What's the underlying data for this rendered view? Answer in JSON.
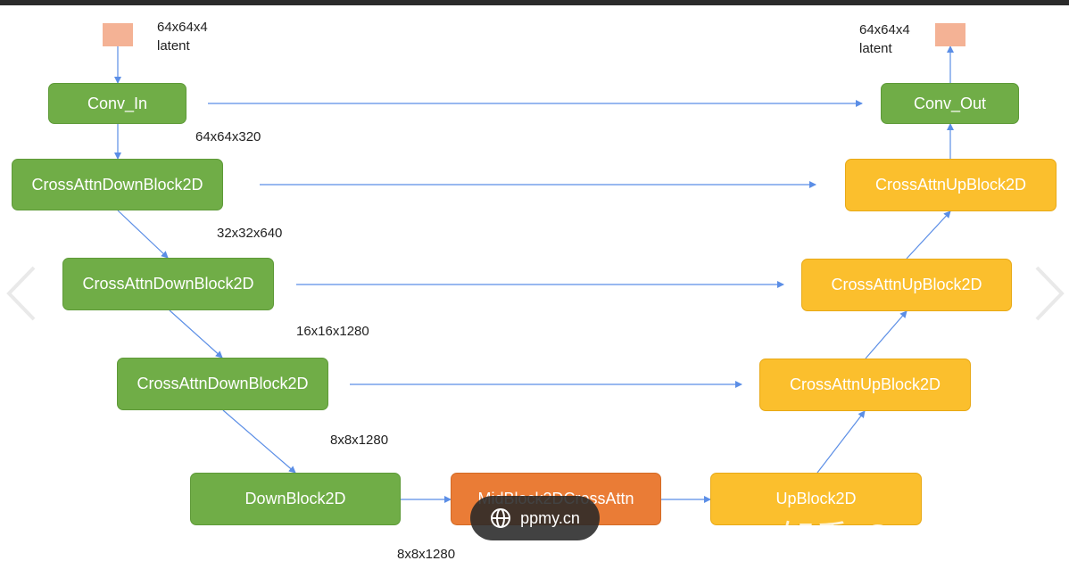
{
  "blocks": {
    "conv_in": "Conv_In",
    "down1": "CrossAttnDownBlock2D",
    "down2": "CrossAttnDownBlock2D",
    "down3": "CrossAttnDownBlock2D",
    "down4": "DownBlock2D",
    "mid": "MidBlock2DCrossAttn",
    "up1": "UpBlock2D",
    "up2": "CrossAttnUpBlock2D",
    "up3": "CrossAttnUpBlock2D",
    "up4": "CrossAttnUpBlock2D",
    "conv_out": "Conv_Out"
  },
  "labels": {
    "input_shape": "64x64x4",
    "input_name": "latent",
    "output_shape": "64x64x4",
    "output_name": "latent",
    "s1": "64x64x320",
    "s2": "32x32x640",
    "s3": "16x16x1280",
    "s4": "8x8x1280",
    "s5": "8x8x1280"
  },
  "overlay": {
    "site": "ppmy.cn",
    "watermark": "知乎 @orangerfun"
  },
  "colors": {
    "down_block": "#70ad47",
    "up_block": "#fbbf2d",
    "mid_block": "#ea7c36",
    "latent": "#f4b295",
    "arrow": "#5b8ee6"
  },
  "icons": {
    "prev": "chevron-left-icon",
    "next": "chevron-right-icon",
    "site": "globe-icon"
  }
}
